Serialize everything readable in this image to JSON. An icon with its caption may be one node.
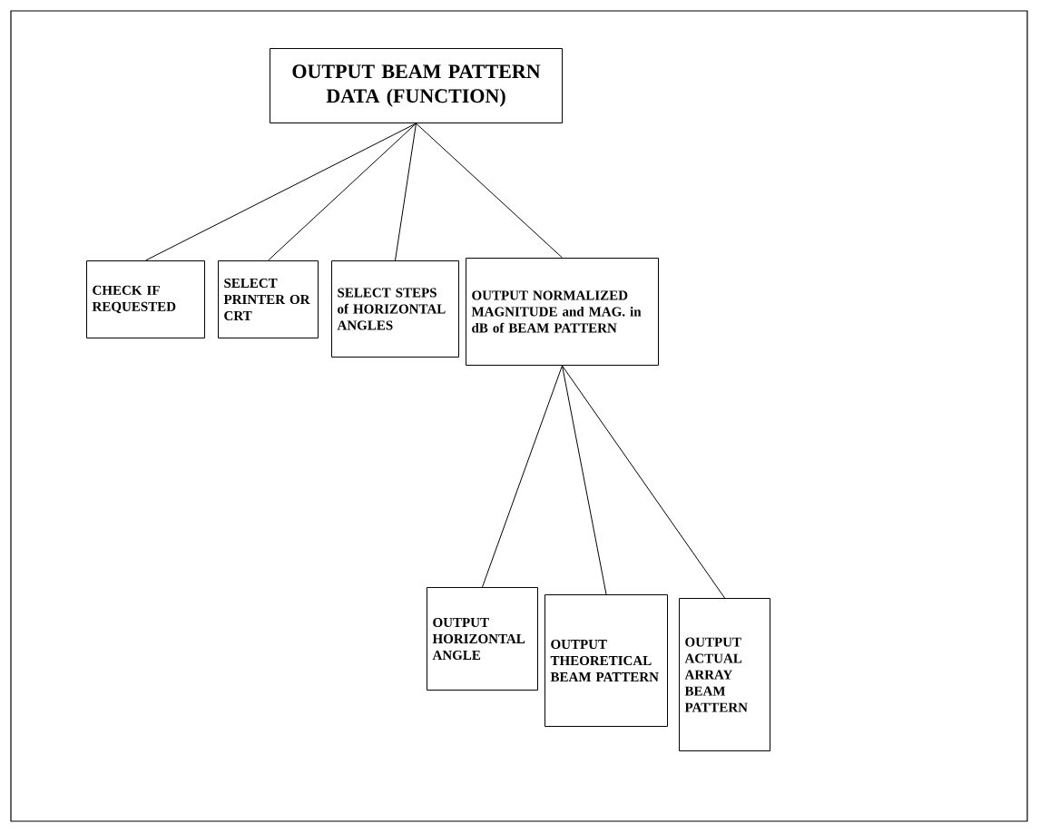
{
  "diagram": {
    "nodes": [
      {
        "text": [
          "OUTPUT BEAM PATTERN DATA (FUNCTION)"
        ]
      },
      {
        "text": [
          "CHECK IF REQUESTED"
        ]
      },
      {
        "text": [
          "SELECT PRINTER OR CRT"
        ]
      },
      {
        "text": [
          "SELECT STEPS of HORIZONTAL ANGLES"
        ]
      },
      {
        "text": [
          "OUTPUT NORMALIZED MAGNITUDE and MAG. in dB of BEAM PATTERN"
        ]
      },
      {
        "text": [
          "OUTPUT HORIZONTAL ANGLE"
        ]
      },
      {
        "text": [
          "OUTPUT THEORETICAL BEAM PATTERN"
        ]
      },
      {
        "text": [
          "OUTPUT ACTUAL ARRAY BEAM PATTERN"
        ]
      }
    ],
    "edges": [
      {
        "from": 0,
        "to": 1,
        "arrow": "none"
      },
      {
        "from": 0,
        "to": 2,
        "arrow": "none"
      },
      {
        "from": 0,
        "to": 3,
        "arrow": "none"
      },
      {
        "from": 0,
        "to": 4,
        "arrow": "none"
      },
      {
        "from": 4,
        "to": 5,
        "arrow": "none"
      },
      {
        "from": 4,
        "to": 6,
        "arrow": "none"
      },
      {
        "from": 4,
        "to": 7,
        "arrow": "none"
      }
    ]
  }
}
